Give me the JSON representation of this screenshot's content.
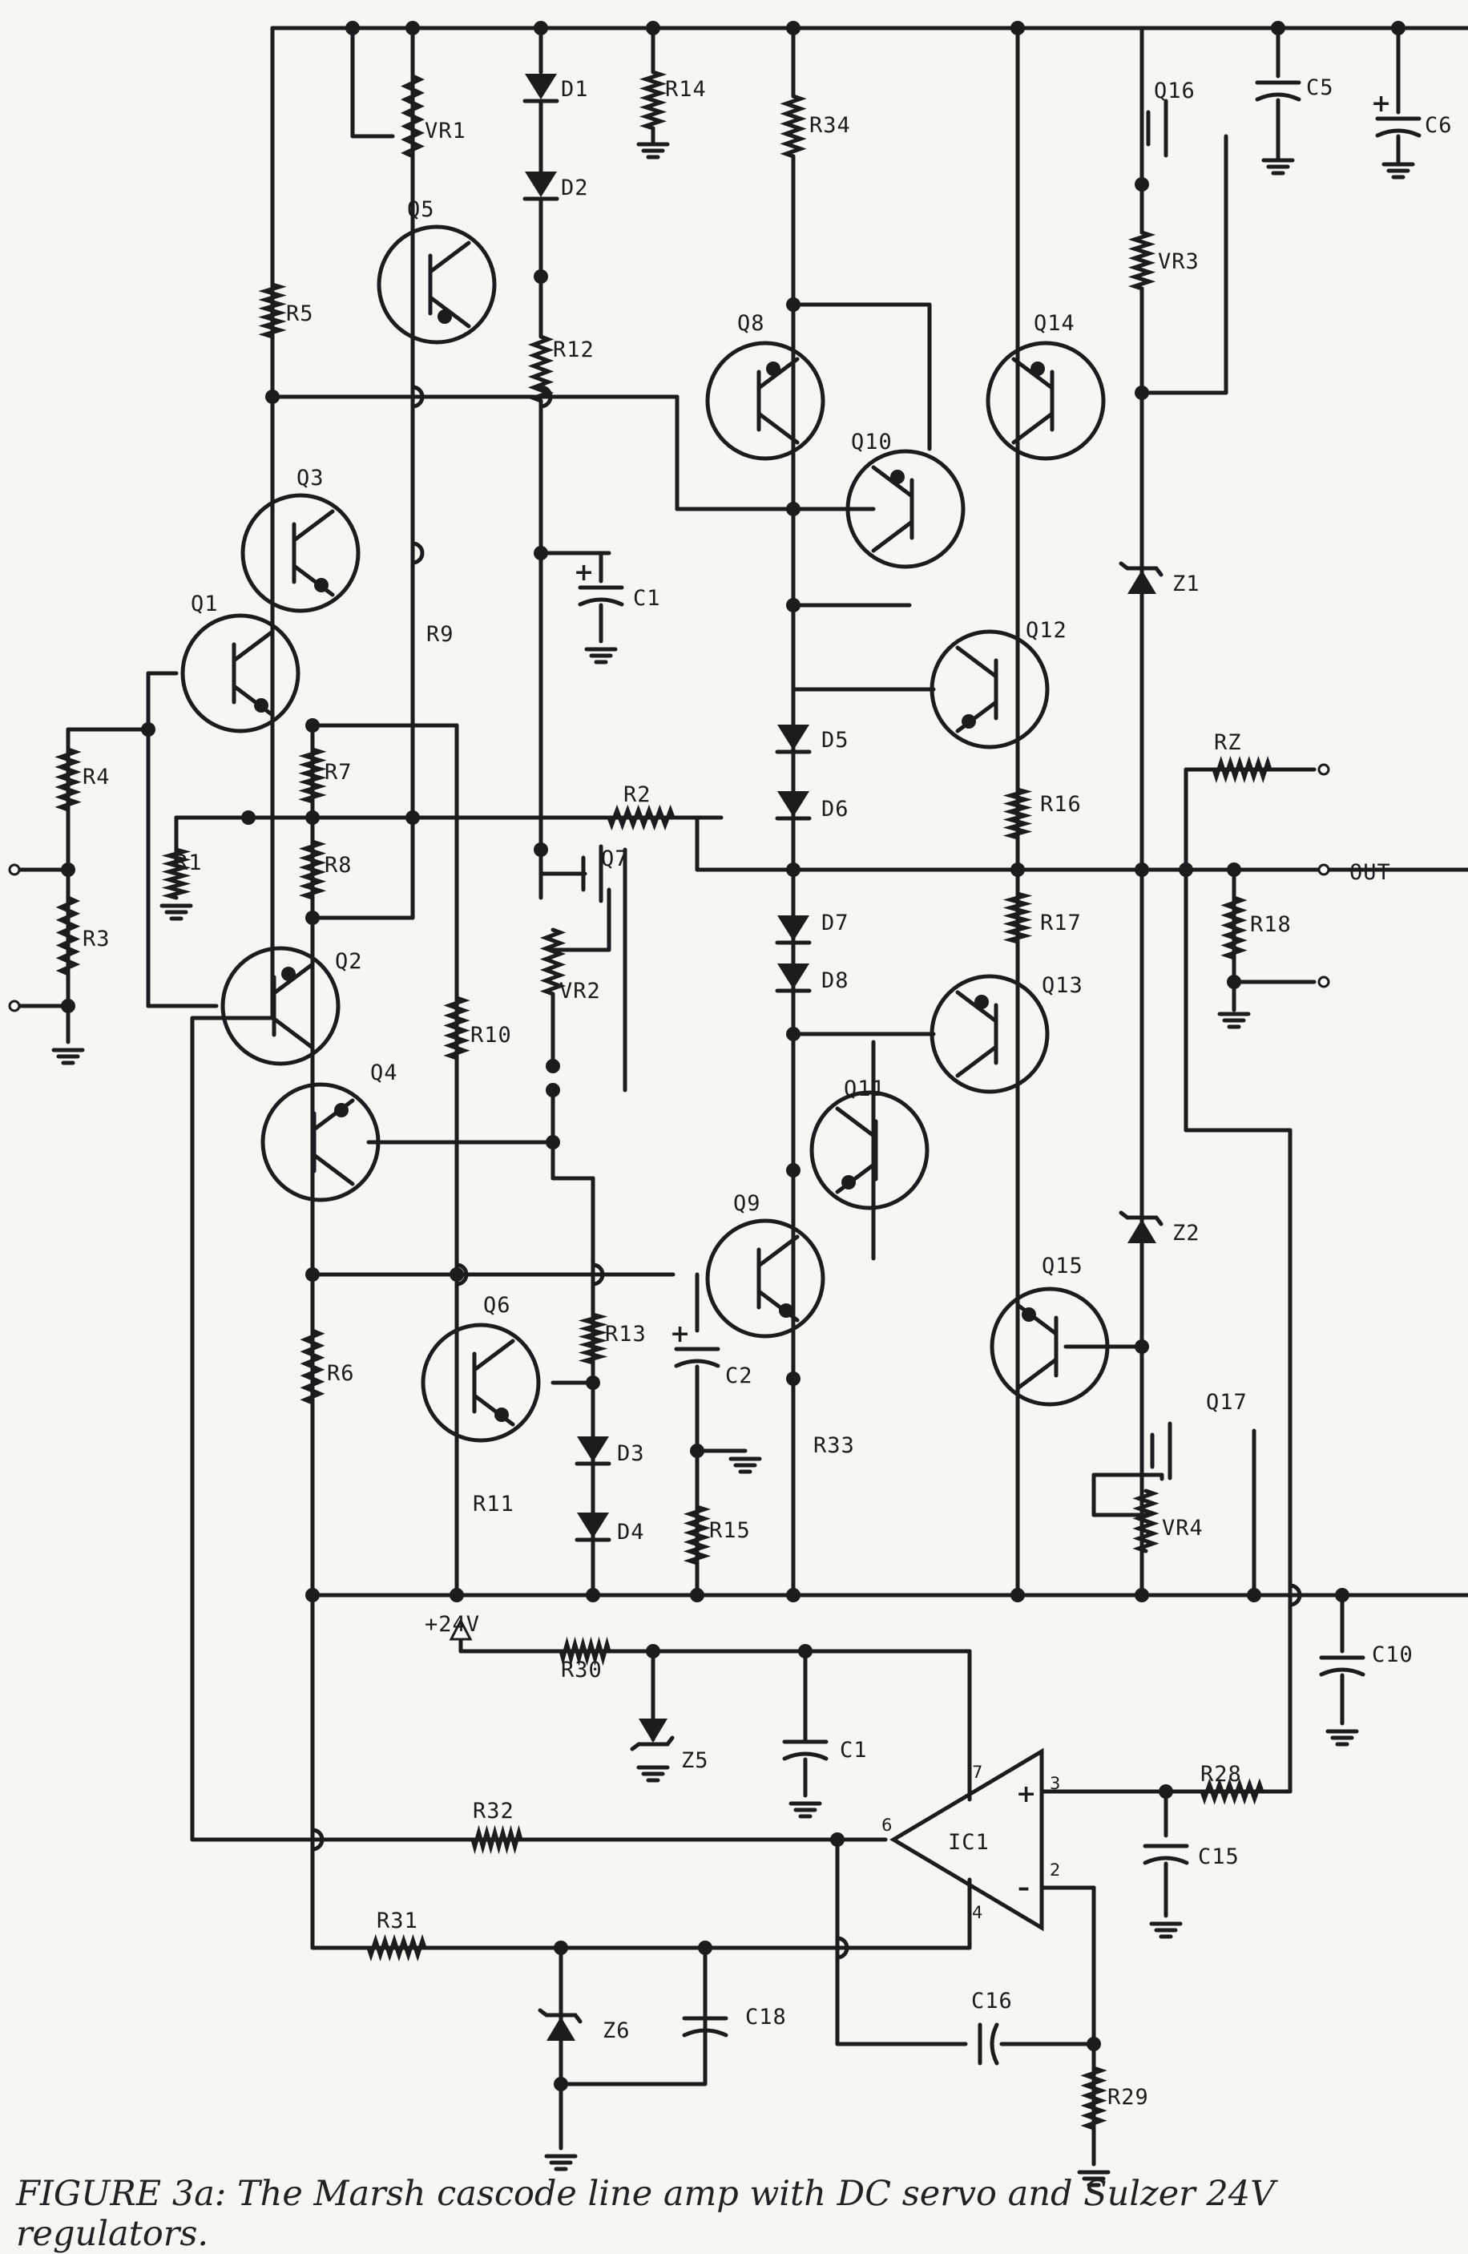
{
  "caption": "FIGURE 3a: The Marsh cascode line amp with DC servo and Sulzer 24V regulators.",
  "labels": {
    "Q1": "Q1",
    "Q2": "Q2",
    "Q3": "Q3",
    "Q4": "Q4",
    "Q5": "Q5",
    "Q6": "Q6",
    "Q7": "Q7",
    "Q8": "Q8",
    "Q9": "Q9",
    "Q10": "Q10",
    "Q11": "Q11",
    "Q12": "Q12",
    "Q13": "Q13",
    "Q14": "Q14",
    "Q15": "Q15",
    "Q16": "Q16",
    "Q17": "Q17",
    "D1": "D1",
    "D2": "D2",
    "D3": "D3",
    "D4": "D4",
    "D5": "D5",
    "D6": "D6",
    "D7": "D7",
    "D8": "D8",
    "R1": "R1",
    "R2": "R2",
    "R3": "R3",
    "R4": "R4",
    "R5": "R5",
    "R6": "R6",
    "R7": "R7",
    "R8": "R8",
    "R9": "R9",
    "R10": "R10",
    "R11": "R11",
    "R12": "R12",
    "R13": "R13",
    "R14": "R14",
    "R15": "R15",
    "R16": "R16",
    "R17": "R17",
    "R18": "R18",
    "RZ": "RZ",
    "R28": "R28",
    "R29": "R29",
    "R30": "R30",
    "R31": "R31",
    "R32": "R32",
    "R33": "R33",
    "R34": "R34",
    "VR1": "VR1",
    "VR2": "VR2",
    "VR3": "VR3",
    "VR4": "VR4",
    "C1": "C1",
    "C1b": "C1",
    "C2": "C2",
    "C5": "C5",
    "C6": "C6",
    "C10": "C10",
    "C15": "C15",
    "C16": "C16",
    "C18": "C18",
    "Z1": "Z1",
    "Z2": "Z2",
    "Z5": "Z5",
    "Z6": "Z6",
    "IC1": "IC1",
    "OUT": "OUT",
    "V24": "+24V",
    "pin7": "7",
    "pin6": "6",
    "pin4": "4",
    "pin3": "3",
    "pin2": "2"
  }
}
